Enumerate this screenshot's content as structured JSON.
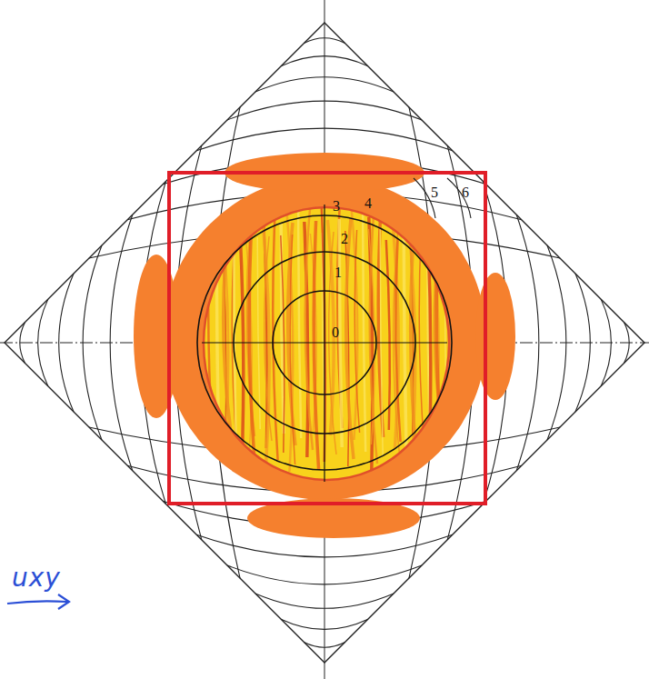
{
  "diagram": {
    "labels": [
      "0",
      "1",
      "2",
      "3",
      "4",
      "5",
      "6",
      "uxy"
    ]
  }
}
